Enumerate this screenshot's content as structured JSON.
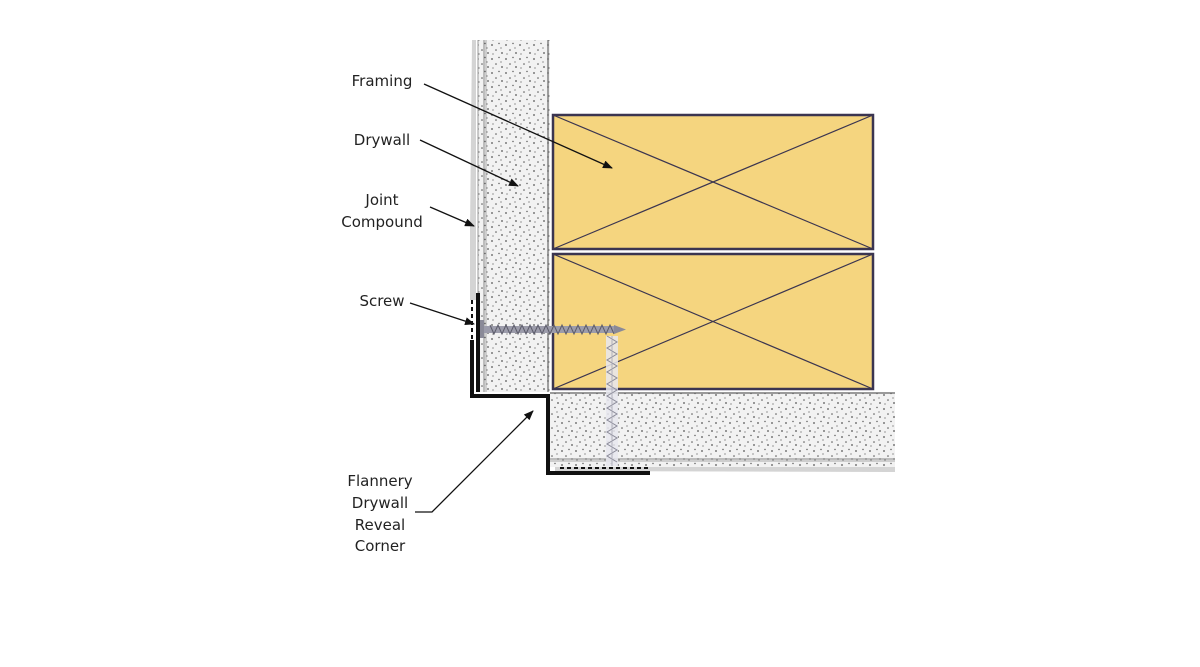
{
  "labels": {
    "framing": "Framing",
    "drywall": "Drywall",
    "joint_compound_line1": "Joint",
    "joint_compound_line2": "Compound",
    "screw": "Screw",
    "reveal_line1": "Flannery",
    "reveal_line2": "Drywall",
    "reveal_line3": "Reveal",
    "reveal_line4": "Corner"
  },
  "colors": {
    "framing_fill": "#f5d57f",
    "framing_stroke": "#3b3550",
    "drywall_fill": "#f2f2f2",
    "speckle": "#555555",
    "reveal_bead": "#111111",
    "screw": "#8a8a98",
    "joint_compound": "#d4d4d4"
  }
}
